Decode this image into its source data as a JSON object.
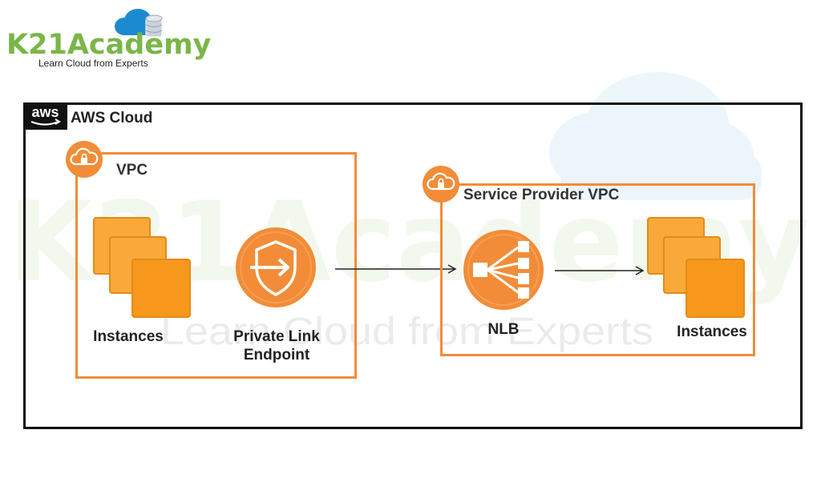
{
  "logo": {
    "title": "K21Academy",
    "subtitle": "Learn Cloud from Experts",
    "icon": "cloud-database-icon"
  },
  "watermark": {
    "title": "K21Academy",
    "subtitle": "Learn Cloud from Experts"
  },
  "aws_cloud": {
    "logo_text": "aws",
    "title": "AWS Cloud"
  },
  "consumer_vpc": {
    "title": "VPC",
    "icon": "cloud-lock-icon",
    "instances_label": "Instances",
    "endpoint_label_line1": "Private Link",
    "endpoint_label_line2": "Endpoint",
    "endpoint_icon": "shield-arrow-icon"
  },
  "provider_vpc": {
    "title": "Service Provider VPC",
    "icon": "cloud-lock-icon",
    "nlb_label": "NLB",
    "nlb_icon": "load-balancer-icon",
    "instances_label": "Instances"
  },
  "colors": {
    "vpc_border": "#f28c38",
    "aws_orange": "#f7981d",
    "instance_light": "#f8a93a",
    "instance_dark": "#e58a17",
    "brand_green": "#7ab648",
    "brand_blue": "#1c8ad1"
  }
}
